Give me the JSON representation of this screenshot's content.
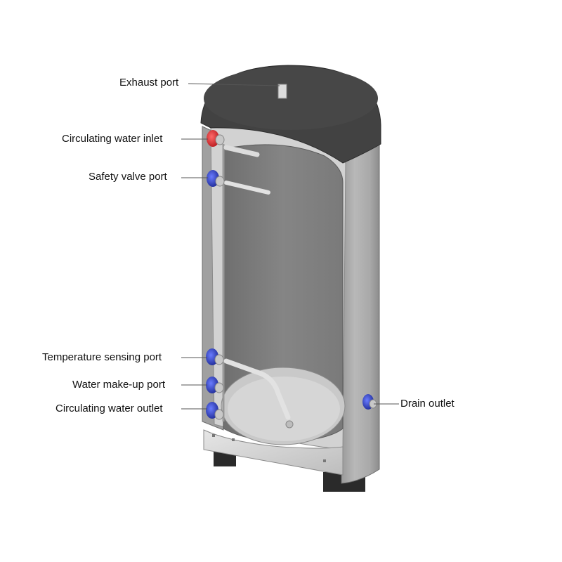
{
  "labels": {
    "exhaust_port": "Exhaust port",
    "circulating_water_inlet": "Circulating water inlet",
    "safety_valve_port": "Safety valve port",
    "temperature_sensing_port": "Temperature sensing port",
    "water_makeup_port": "Water make-up port",
    "circulating_water_outlet": "Circulating water outlet",
    "drain_outlet": "Drain outlet"
  },
  "colors": {
    "hot_fitting": "#d8262a",
    "cold_fitting": "#2c3fc8",
    "tank_shell": "#a3a3a3",
    "top_cap": "#454545",
    "inner_tank": "#7f7f7f",
    "leader_line": "#555555",
    "background": "#ffffff"
  },
  "icons": {
    "hot_fitting": "red-pipe-fitting",
    "cold_fitting": "blue-pipe-fitting"
  }
}
